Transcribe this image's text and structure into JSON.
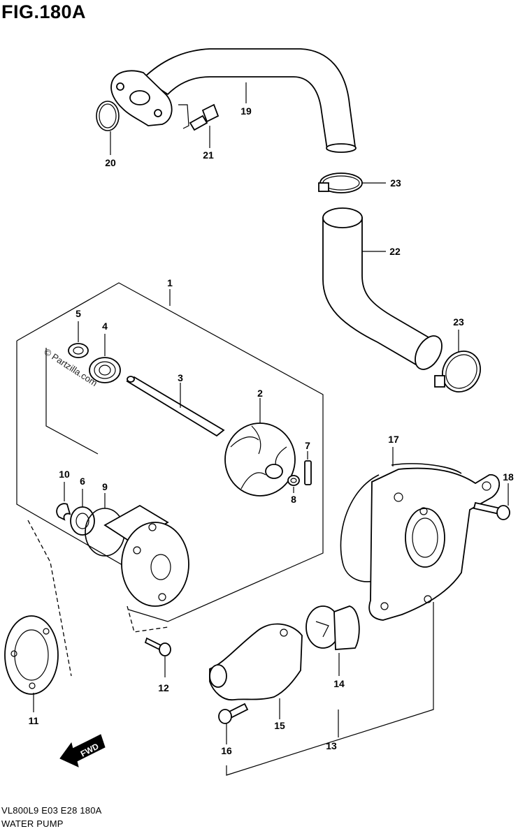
{
  "figure": {
    "title": "FIG.180A",
    "model_code": "VL800L9  E03  E28  180A",
    "section_name": "WATER PUMP",
    "watermark": "© Partzilla.com",
    "direction_label": "FWD"
  },
  "callouts": [
    {
      "id": "c1",
      "label": "1"
    },
    {
      "id": "c2",
      "label": "2"
    },
    {
      "id": "c3",
      "label": "3"
    },
    {
      "id": "c4",
      "label": "4"
    },
    {
      "id": "c5",
      "label": "5"
    },
    {
      "id": "c6",
      "label": "6"
    },
    {
      "id": "c7",
      "label": "7"
    },
    {
      "id": "c8",
      "label": "8"
    },
    {
      "id": "c9",
      "label": "9"
    },
    {
      "id": "c10",
      "label": "10"
    },
    {
      "id": "c11",
      "label": "11"
    },
    {
      "id": "c12",
      "label": "12"
    },
    {
      "id": "c13",
      "label": "13"
    },
    {
      "id": "c14",
      "label": "14"
    },
    {
      "id": "c15",
      "label": "15"
    },
    {
      "id": "c16",
      "label": "16"
    },
    {
      "id": "c17",
      "label": "17"
    },
    {
      "id": "c18",
      "label": "18"
    },
    {
      "id": "c19",
      "label": "19"
    },
    {
      "id": "c20",
      "label": "20"
    },
    {
      "id": "c21",
      "label": "21"
    },
    {
      "id": "c22",
      "label": "22"
    },
    {
      "id": "c23a",
      "label": "23"
    },
    {
      "id": "c23b",
      "label": "23"
    }
  ]
}
